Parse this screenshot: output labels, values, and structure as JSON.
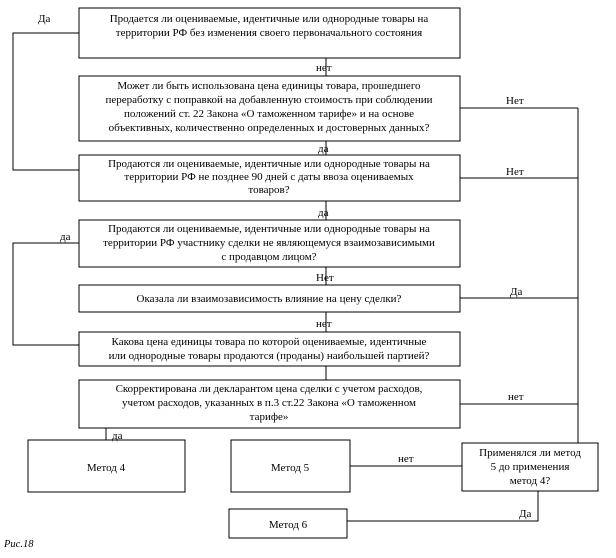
{
  "boxes": {
    "q1": [
      "Продается ли оцениваемые, идентичные или однородные товары на",
      "территории РФ без изменения своего первоначального состояния"
    ],
    "q2": [
      "Может ли быть использована цена единицы товара, прошедшего",
      "переработку с поправкой на добавленную стоимость при соблюдении",
      "положений ст. 22  Закона «О таможенном тарифе» и на основе",
      "объективных, количественно определенных и достоверных данных?"
    ],
    "q3": [
      "Продаются ли оцениваемые, идентичные или однородные товары на",
      "территории РФ не позднее 90 дней с даты ввоза оцениваемых",
      "товаров?"
    ],
    "q4": [
      "Продаются ли оцениваемые, идентичные или однородные товары на",
      "территории РФ участнику сделки не являющемуся взаимозависимыми",
      "с продавцом лицом?"
    ],
    "q5": [
      "Оказала ли взаимозависимость влияние на цену сделки?"
    ],
    "q6": [
      "Какова цена единицы товара по которой оцениваемые, идентичные",
      "или однородные товары продаются (проданы) наибольшей партией?"
    ],
    "q7": [
      "Скорректирована ли декларантом цена сделки с учетом расходов,",
      "учетом расходов, указанных в п.3 ст.22 Закона «О таможенном",
      "тарифе»"
    ],
    "m4": [
      "Метод 4"
    ],
    "m5": [
      "Метод 5"
    ],
    "q8": [
      "Применялся ли метод",
      "5 до применения",
      "метод 4?"
    ],
    "m6": [
      "Метод 6"
    ]
  },
  "labels": {
    "da_top": "Да",
    "net_1": "нет",
    "net_r2": "Нет",
    "da_2": "да",
    "net_r3": "Нет",
    "da_3": "да",
    "da_left4": "да",
    "net_4": "Нет",
    "da_r5": "Да",
    "net_5": "нет",
    "net_r7": "нет",
    "da_7": "да",
    "net_m5": "нет",
    "da_m6": "Да"
  },
  "caption": "Рис.18"
}
